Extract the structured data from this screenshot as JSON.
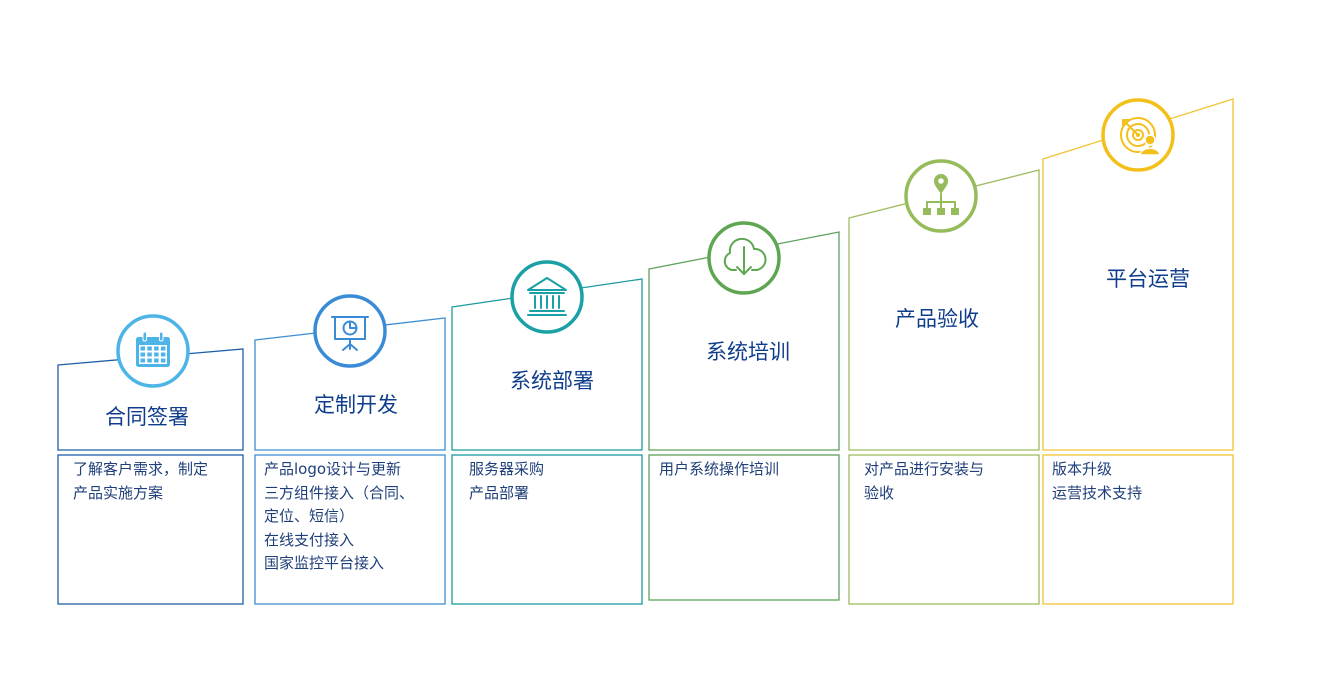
{
  "steps": [
    {
      "title": "合同签署",
      "color": "#1f5fa8",
      "circle": "#4db4e8",
      "icon": "calendar-icon",
      "lines": [
        "了解客户需求，制定",
        "产品实施方案"
      ]
    },
    {
      "title": "定制开发",
      "color": "#3f8fd0",
      "circle": "#3a8bd6",
      "icon": "presentation-icon",
      "lines": [
        "产品logo设计与更新",
        "三方组件接入（合同、",
        "定位、短信）",
        "在线支付接入",
        "国家监控平台接入"
      ]
    },
    {
      "title": "系统部署",
      "color": "#1a9ba0",
      "circle": "#1aa0a5",
      "icon": "bank-icon",
      "lines": [
        "服务器采购",
        "产品部署"
      ]
    },
    {
      "title": "系统培训",
      "color": "#5fa05a",
      "circle": "#5fa652",
      "icon": "cloud-download-icon",
      "lines": [
        "用户系统操作培训"
      ]
    },
    {
      "title": "产品验收",
      "color": "#9ebc5e",
      "circle": "#95bb5a",
      "icon": "location-network-icon",
      "lines": [
        "对产品进行安装与",
        "验收"
      ]
    },
    {
      "title": "平台运营",
      "color": "#f2c233",
      "circle": "#f3c01b",
      "icon": "target-user-icon",
      "lines": [
        "版本升级",
        "运营技术支持"
      ]
    }
  ]
}
